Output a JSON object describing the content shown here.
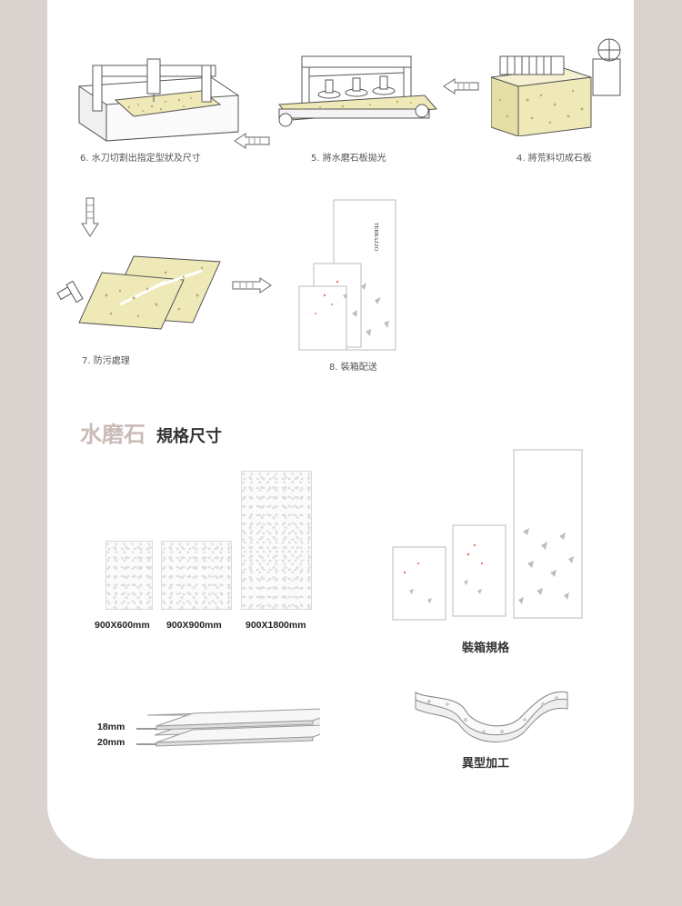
{
  "steps": {
    "step6": "6. 水刀切割出指定型狀及尺寸",
    "step5": "5. 將水磨石板拋光",
    "step4": "4. 將荒料切成石板",
    "step7": "7. 防污處理",
    "step8": "8. 裝箱配送"
  },
  "specs": {
    "title_main": "水磨石",
    "title_sub": "規格尺寸",
    "sizes": [
      "900X600mm",
      "900X900mm",
      "900X1800mm"
    ],
    "box_label": "裝箱規格",
    "thickness": [
      "18mm",
      "20mm"
    ],
    "shape_label": "異型加工"
  },
  "brand_text": "TERRAZZO",
  "colors": {
    "background": "#d9d2cf",
    "card": "#ffffff",
    "accent_title": "#c9bbb6",
    "accent_orange": "#e07a5f"
  }
}
